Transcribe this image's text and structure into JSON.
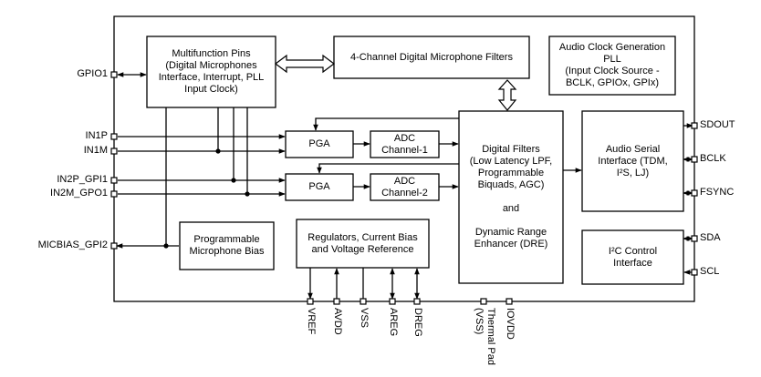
{
  "blocks": {
    "multifunction": [
      "Multifunction Pins",
      "(Digital Microphones",
      "Interface, Interrupt, PLL",
      "Input Clock)"
    ],
    "mic_filters": [
      "4-Channel Digital Microphone Filters"
    ],
    "audio_clock": [
      "Audio Clock Generation",
      "PLL",
      "(Input Clock Source -",
      "BCLK, GPIOx, GPIx)"
    ],
    "pga1": [
      "PGA"
    ],
    "pga2": [
      "PGA"
    ],
    "adc1": [
      "ADC",
      "Channel-1"
    ],
    "adc2": [
      "ADC",
      "Channel-2"
    ],
    "digital_filters": [
      "Digital Filters",
      "(Low Latency LPF,",
      "Programmable",
      "Biquads, AGC)",
      "",
      "and",
      "",
      "Dynamic Range",
      "Enhancer (DRE)"
    ],
    "audio_serial": [
      "Audio Serial",
      "Interface (TDM,",
      "I²S, LJ)"
    ],
    "mic_bias": [
      "Programmable",
      "Microphone Bias"
    ],
    "regulators": [
      "Regulators, Current Bias",
      "and  Voltage Reference"
    ],
    "i2c": [
      "I²C Control",
      "Interface"
    ]
  },
  "pins_left": {
    "gpio1": "GPIO1",
    "in1p": "IN1P",
    "in1m": "IN1M",
    "in2p": "IN2P_GPI1",
    "in2m": "IN2M_GPO1",
    "micbias": "MICBIAS_GPI2"
  },
  "pins_right": {
    "sdout": "SDOUT",
    "bclk": "BCLK",
    "fsync": "FSYNC",
    "sda": "SDA",
    "scl": "SCL"
  },
  "pins_bottom": {
    "vref": "VREF",
    "avdd": "AVDD",
    "vss": "VSS",
    "areg": "AREG",
    "dreg": "DREG",
    "thermal_pad": [
      "Thermal Pad",
      "(VSS)"
    ],
    "iovdd": "IOVDD"
  }
}
